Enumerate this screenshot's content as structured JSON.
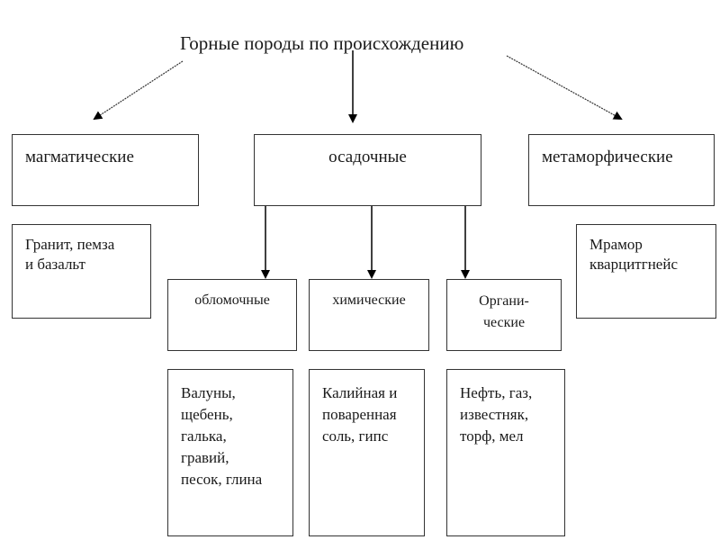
{
  "title": "Горные породы по происхождению",
  "categories": {
    "magmatic": {
      "label": "магматические",
      "examples": "Гранит, пемза\nи базальт"
    },
    "sedimentary": {
      "label": "осадочные",
      "subtypes": [
        {
          "label": "обломочные",
          "examples": "Валуны,\nщебень,\nгалька,\nгравий,\nпесок, глина"
        },
        {
          "label": "химические",
          "examples": "Калийная и\nповаренная\nсоль, гипс"
        },
        {
          "label": "Органи-\nческие",
          "examples": "Нефть, газ,\nизвестняк,\nторф, мел"
        }
      ]
    },
    "metamorphic": {
      "label": "метаморфические",
      "examples": "Мрамор\nкварцитгнейс"
    }
  }
}
